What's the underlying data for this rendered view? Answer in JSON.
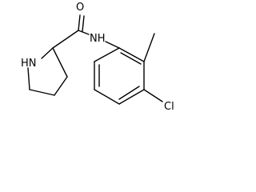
{
  "atoms": {
    "o": "O",
    "nh_amide": "NH",
    "nh_ring": "HN",
    "cl": "Cl"
  }
}
